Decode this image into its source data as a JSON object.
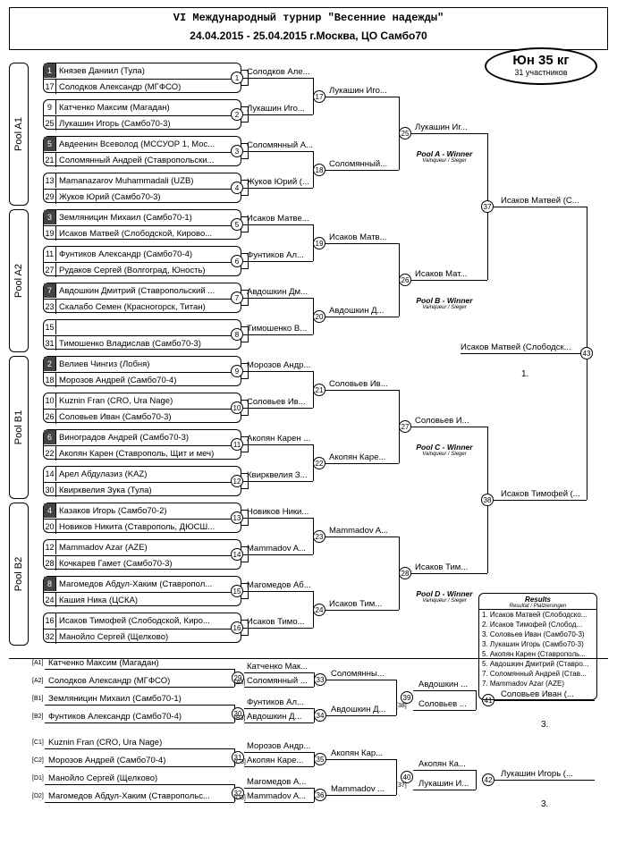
{
  "header": {
    "title": "VI Международный турнир \"Весенние надежды\"",
    "subtitle": "24.04.2015 - 25.04.2015 г.Москва, ЦО Самбо70"
  },
  "category": {
    "weight": "Юн 35 кг",
    "participants": "31 участников"
  },
  "pools": [
    "Pool A1",
    "Pool A2",
    "Pool B1",
    "Pool B2"
  ],
  "entries": [
    {
      "s1": "1",
      "n1": "Князев Даниил (Тула)",
      "s2": "17",
      "n2": "Солодков Александр (МГФСО)",
      "d": true
    },
    {
      "s1": "9",
      "n1": "Катченко Максим (Магадан)",
      "s2": "25",
      "n2": "Лукашин Игорь (Самбо70-3)",
      "d": false
    },
    {
      "s1": "5",
      "n1": "Авдеенин Всеволод (МССУОР 1, Мос...",
      "s2": "21",
      "n2": "Соломянный Андрей (Ставропольски...",
      "d": true
    },
    {
      "s1": "13",
      "n1": "Mamanazarov Muhammadali (UZB)",
      "s2": "29",
      "n2": "Жуков Юрий (Самбо70-3)",
      "d": false
    },
    {
      "s1": "3",
      "n1": "Земляницин Михаил (Самбо70-1)",
      "s2": "19",
      "n2": "Исаков Матвей (Слободской, Кирово...",
      "d": true
    },
    {
      "s1": "11",
      "n1": "Фунтиков Александр (Самбо70-4)",
      "s2": "27",
      "n2": "Рудаков Сергей (Волгоград, Юность)",
      "d": false
    },
    {
      "s1": "7",
      "n1": "Авдошкин Дмитрий (Ставропольский ...",
      "s2": "23",
      "n2": "Скалабо Семен (Красногорск, Титан)",
      "d": true
    },
    {
      "s1": "15",
      "n1": "",
      "s2": "31",
      "n2": "Тимошенко Владислав (Самбо70-3)",
      "d": false
    },
    {
      "s1": "2",
      "n1": "Велиев Чингиз (Лобня)",
      "s2": "18",
      "n2": "Морозов Андрей (Самбо70-4)",
      "d": true
    },
    {
      "s1": "10",
      "n1": "Kuznin Fran (CRO, Ura Nage)",
      "s2": "26",
      "n2": "Соловьев Иван (Самбо70-3)",
      "d": false
    },
    {
      "s1": "6",
      "n1": "Виноградов Андрей (Самбо70-3)",
      "s2": "22",
      "n2": "Акопян Карен (Ставрополь, Щит и меч)",
      "d": true
    },
    {
      "s1": "14",
      "n1": "Арел Абдулазиз (KAZ)",
      "s2": "30",
      "n2": "Квирквелия Зука (Тула)",
      "d": false
    },
    {
      "s1": "4",
      "n1": "Казаков Игорь (Самбо70-2)",
      "s2": "20",
      "n2": "Новиков Никита (Ставрополь, ДЮСШ...",
      "d": true
    },
    {
      "s1": "12",
      "n1": "Mammadov Azar (AZE)",
      "s2": "28",
      "n2": "Кочкарев Гамет (Самбо70-3)",
      "d": false
    },
    {
      "s1": "8",
      "n1": "Магомедов Абдул-Хаким (Ставропол...",
      "s2": "24",
      "n2": "Кашия Ника (ЦСКА)",
      "d": true
    },
    {
      "s1": "16",
      "n1": "Исаков Тимофей (Слободской, Киро...",
      "s2": "32",
      "n2": "Манойло Сергей (Щелково)",
      "d": false
    }
  ],
  "r1": [
    {
      "n": "1",
      "w": "Солодков Але..."
    },
    {
      "n": "2",
      "w": "Лукашин Иго..."
    },
    {
      "n": "3",
      "w": "Соломянный А..."
    },
    {
      "n": "4",
      "w": "Жуков Юрий (..."
    },
    {
      "n": "5",
      "w": "Исаков Матве..."
    },
    {
      "n": "6",
      "w": "Фунтиков Ал..."
    },
    {
      "n": "7",
      "w": "Авдошкин Дм..."
    },
    {
      "n": "8",
      "w": "Тимошенко В..."
    },
    {
      "n": "9",
      "w": "Морозов Андр..."
    },
    {
      "n": "10",
      "w": "Соловьев Ив..."
    },
    {
      "n": "11",
      "w": "Акопян Карен ..."
    },
    {
      "n": "12",
      "w": "Квирквелия З..."
    },
    {
      "n": "13",
      "w": "Новиков Ники..."
    },
    {
      "n": "14",
      "w": "Mammadov A..."
    },
    {
      "n": "15",
      "w": "Магомедов Аб..."
    },
    {
      "n": "16",
      "w": "Исаков Тимо..."
    }
  ],
  "r2": [
    {
      "n": "17",
      "w": "Лукашин Иго..."
    },
    {
      "n": "18",
      "w": "Соломянный..."
    },
    {
      "n": "19",
      "w": "Исаков Матв..."
    },
    {
      "n": "20",
      "w": "Авдошкин Д..."
    },
    {
      "n": "21",
      "w": "Соловьев Ив..."
    },
    {
      "n": "22",
      "w": "Акопян Каре..."
    },
    {
      "n": "23",
      "w": "Mammadov A..."
    },
    {
      "n": "24",
      "w": "Исаков Тим..."
    }
  ],
  "r3": [
    {
      "n": "25",
      "w": "Лукашин Иг...",
      "pw": "Pool A - Winner"
    },
    {
      "n": "26",
      "w": "Исаков Мат...",
      "pw": "Pool B - Winner"
    },
    {
      "n": "27",
      "w": "Соловьев И...",
      "pw": "Pool C - Winner"
    },
    {
      "n": "28",
      "w": "Исаков Тим...",
      "pw": "Pool D - Winner"
    }
  ],
  "pool_winner_sub": "Vainqueur / Sieger",
  "r4": [
    {
      "n": "37",
      "w": "Исаков Матвей (С..."
    },
    {
      "n": "38",
      "w": "Исаков Тимофей (..."
    }
  ],
  "final": {
    "n": "43",
    "w": "Исаков Матвей (Слободск...",
    "place": "1."
  },
  "results": {
    "title": "Results",
    "sub": "Resultat / Platzierungen",
    "items": [
      "1. Исаков Матвей (Слободско...",
      "2. Исаков Тимофей (Слобод...",
      "3. Соловьев Иван (Самбо70-3)",
      "3. Лукашин Игорь (Самбо70-3)",
      "5. Акопян Карен (Ставрополь...",
      "5. Авдошкин Дмитрий (Ставро...",
      "7. Соломянный Андрей (Став...",
      "7. Mammadov Azar (AZE)"
    ]
  },
  "repechage": [
    {
      "lines": [
        {
          "tag": "[A1]",
          "name": "Катченко Максим (Магадан)"
        },
        {
          "tag": "[A2]",
          "name": "Солодков Александр (МГФСО)"
        },
        {
          "tag": "[B1]",
          "name": "Земляницин Михаил (Самбо70-1)"
        },
        {
          "tag": "[B2]",
          "name": "Фунтиков Александр (Самбо70-4)"
        }
      ],
      "m1": [
        {
          "n": "29",
          "w": "Катченко Мак...",
          "w2": "Соломянный ...",
          "t": "[A3]"
        },
        {
          "n": "30",
          "w": "Фунтиков Ал...",
          "w2": "Авдошкин Д...",
          "t": "[B3]"
        }
      ],
      "m2": [
        {
          "n": "33",
          "w": "Соломянны..."
        },
        {
          "n": "34",
          "w": "Авдошкин Д..."
        }
      ],
      "m3": {
        "n": "39",
        "w": "Авдошкин ...",
        "lw": "Соловьев ...",
        "t": "[38]"
      },
      "m4": {
        "n": "41",
        "w": "Соловьев Иван (..."
      },
      "place": "3."
    },
    {
      "lines": [
        {
          "tag": "[C1]",
          "name": "Kuznin Fran (CRO, Ura Nage)"
        },
        {
          "tag": "[C2]",
          "name": "Морозов Андрей (Самбо70-4)"
        },
        {
          "tag": "[D1]",
          "name": "Манойло Сергей (Щелково)"
        },
        {
          "tag": "[D2]",
          "name": "Магомедов Абдул-Хаким (Ставропольс..."
        }
      ],
      "m1": [
        {
          "n": "31",
          "w": "Морозов Андр...",
          "w2": "Акопян Каре...",
          "t": "[C3]"
        },
        {
          "n": "32",
          "w": "Магомедов А...",
          "w2": "Mammadov A...",
          "t": "[D3]"
        }
      ],
      "m2": [
        {
          "n": "35",
          "w": "Акопян Кар..."
        },
        {
          "n": "36",
          "w": "Mammadov ..."
        }
      ],
      "m3": {
        "n": "40",
        "w": "Акопян Ка...",
        "lw": "Лукашин И...",
        "t": "[37]"
      },
      "m4": {
        "n": "42",
        "w": "Лукашин Игорь (..."
      },
      "place": "3."
    }
  ]
}
